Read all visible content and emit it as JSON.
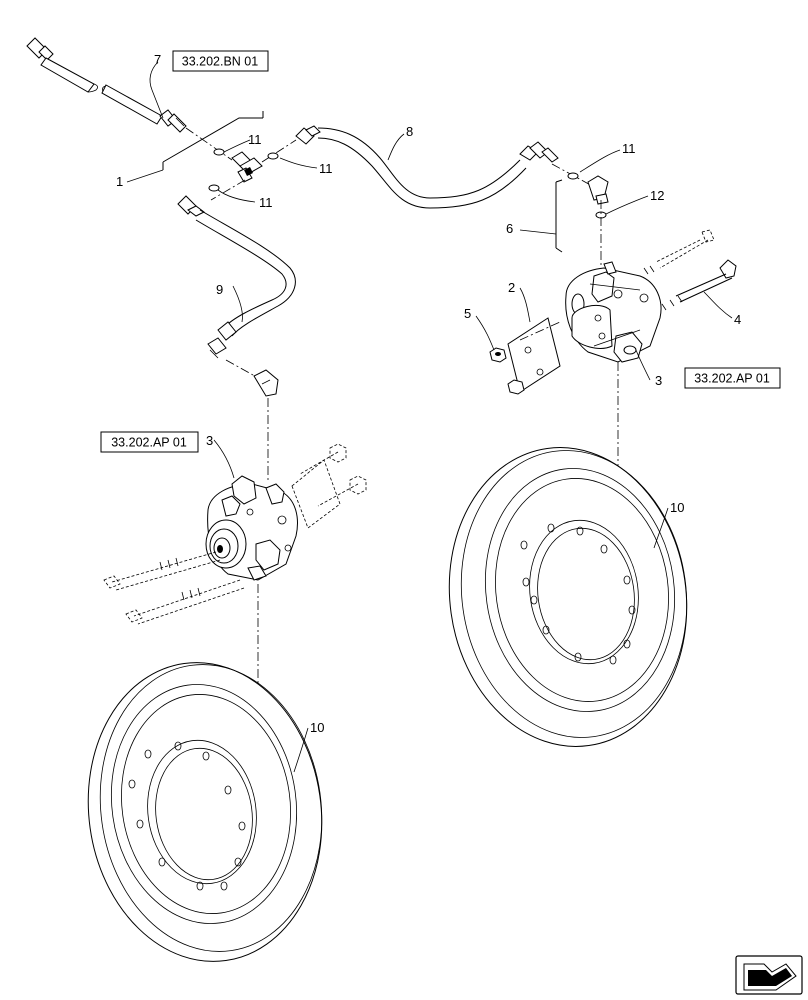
{
  "callouts": {
    "c1": "1",
    "c2": "2",
    "c3a": "3",
    "c3b": "3",
    "c4": "4",
    "c5": "5",
    "c6": "6",
    "c7": "7",
    "c8": "8",
    "c9": "9",
    "c10a": "10",
    "c10b": "10",
    "c11a": "11",
    "c11b": "11",
    "c11c": "11",
    "c11d": "11",
    "c12": "12"
  },
  "references": {
    "ref_bn": "33.202.BN 01",
    "ref_ap_right": "33.202.AP 01",
    "ref_ap_left": "33.202.AP 01"
  },
  "nav": {
    "icon": "next-page-arrow-icon"
  }
}
